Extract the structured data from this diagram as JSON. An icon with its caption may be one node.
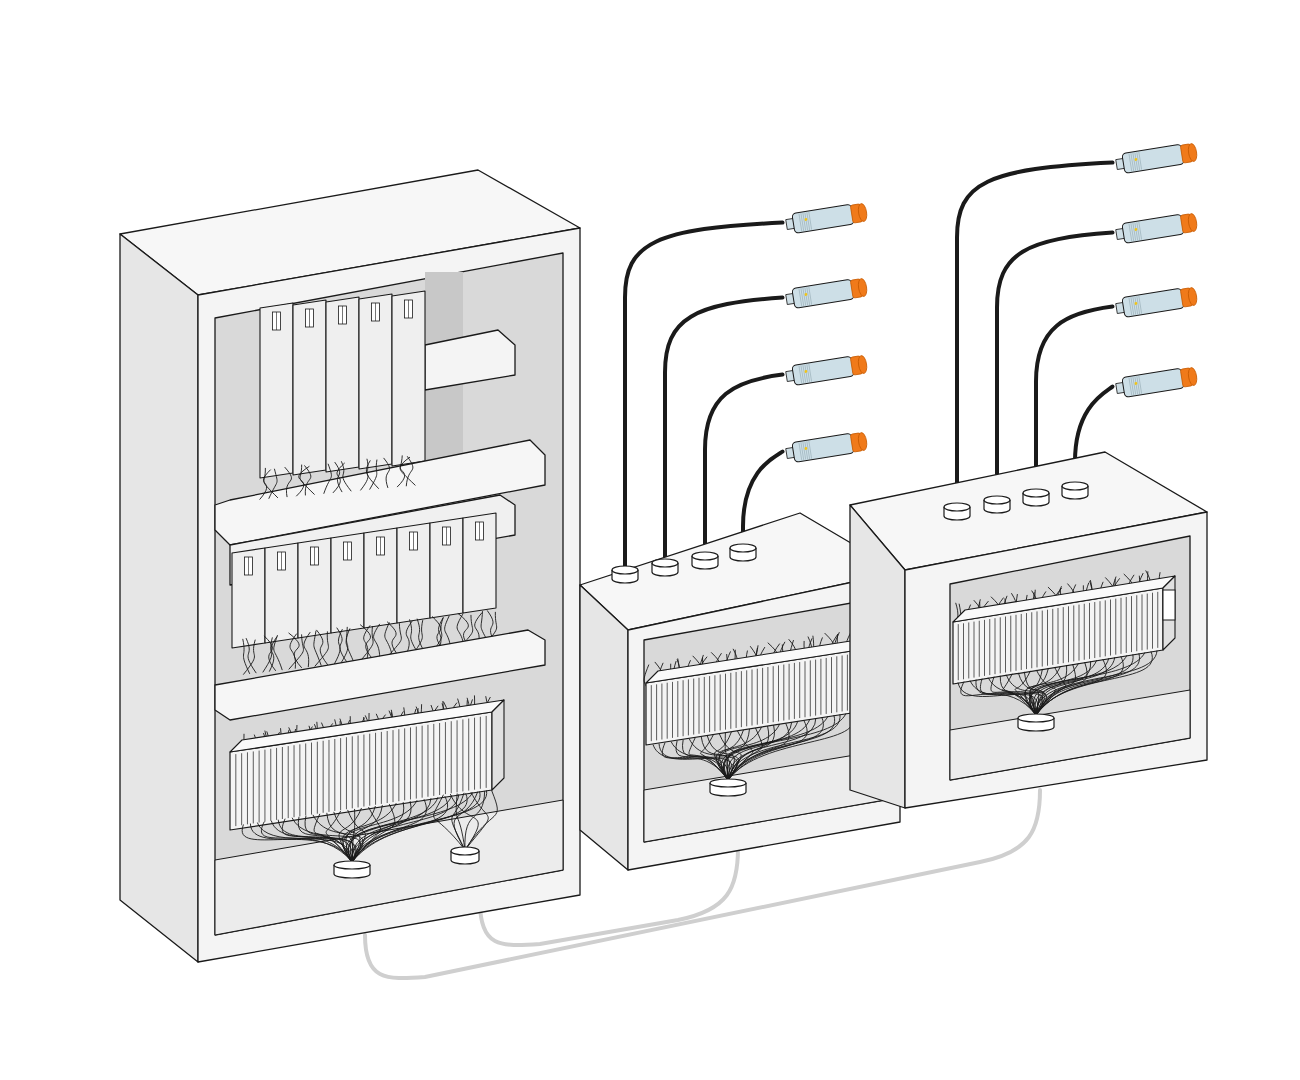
{
  "diagram": {
    "nodes": [
      {
        "text": [],
        "shape": "box"
      },
      {
        "text": [],
        "shape": "box"
      },
      {
        "text": [],
        "shape": "box"
      },
      {
        "text": [],
        "shape": "cylinder"
      },
      {
        "text": [],
        "shape": "cylinder"
      },
      {
        "text": [],
        "shape": "cylinder"
      },
      {
        "text": [],
        "shape": "cylinder"
      },
      {
        "text": [],
        "shape": "cylinder"
      },
      {
        "text": [],
        "shape": "cylinder"
      },
      {
        "text": [],
        "shape": "cylinder"
      },
      {
        "text": [],
        "shape": "cylinder"
      }
    ],
    "edges": [
      {
        "from": 0,
        "to": 1,
        "arrow": "none",
        "color": "#cfcfcf"
      },
      {
        "from": 0,
        "to": 2,
        "arrow": "none",
        "color": "#cfcfcf"
      },
      {
        "from": 3,
        "to": 1,
        "arrow": "none"
      },
      {
        "from": 4,
        "to": 1,
        "arrow": "none"
      },
      {
        "from": 5,
        "to": 1,
        "arrow": "none"
      },
      {
        "from": 6,
        "to": 1,
        "arrow": "none"
      },
      {
        "from": 7,
        "to": 2,
        "arrow": "none"
      },
      {
        "from": 8,
        "to": 2,
        "arrow": "none"
      },
      {
        "from": 9,
        "to": 2,
        "arrow": "none"
      },
      {
        "from": 10,
        "to": 2,
        "arrow": "none"
      }
    ]
  }
}
